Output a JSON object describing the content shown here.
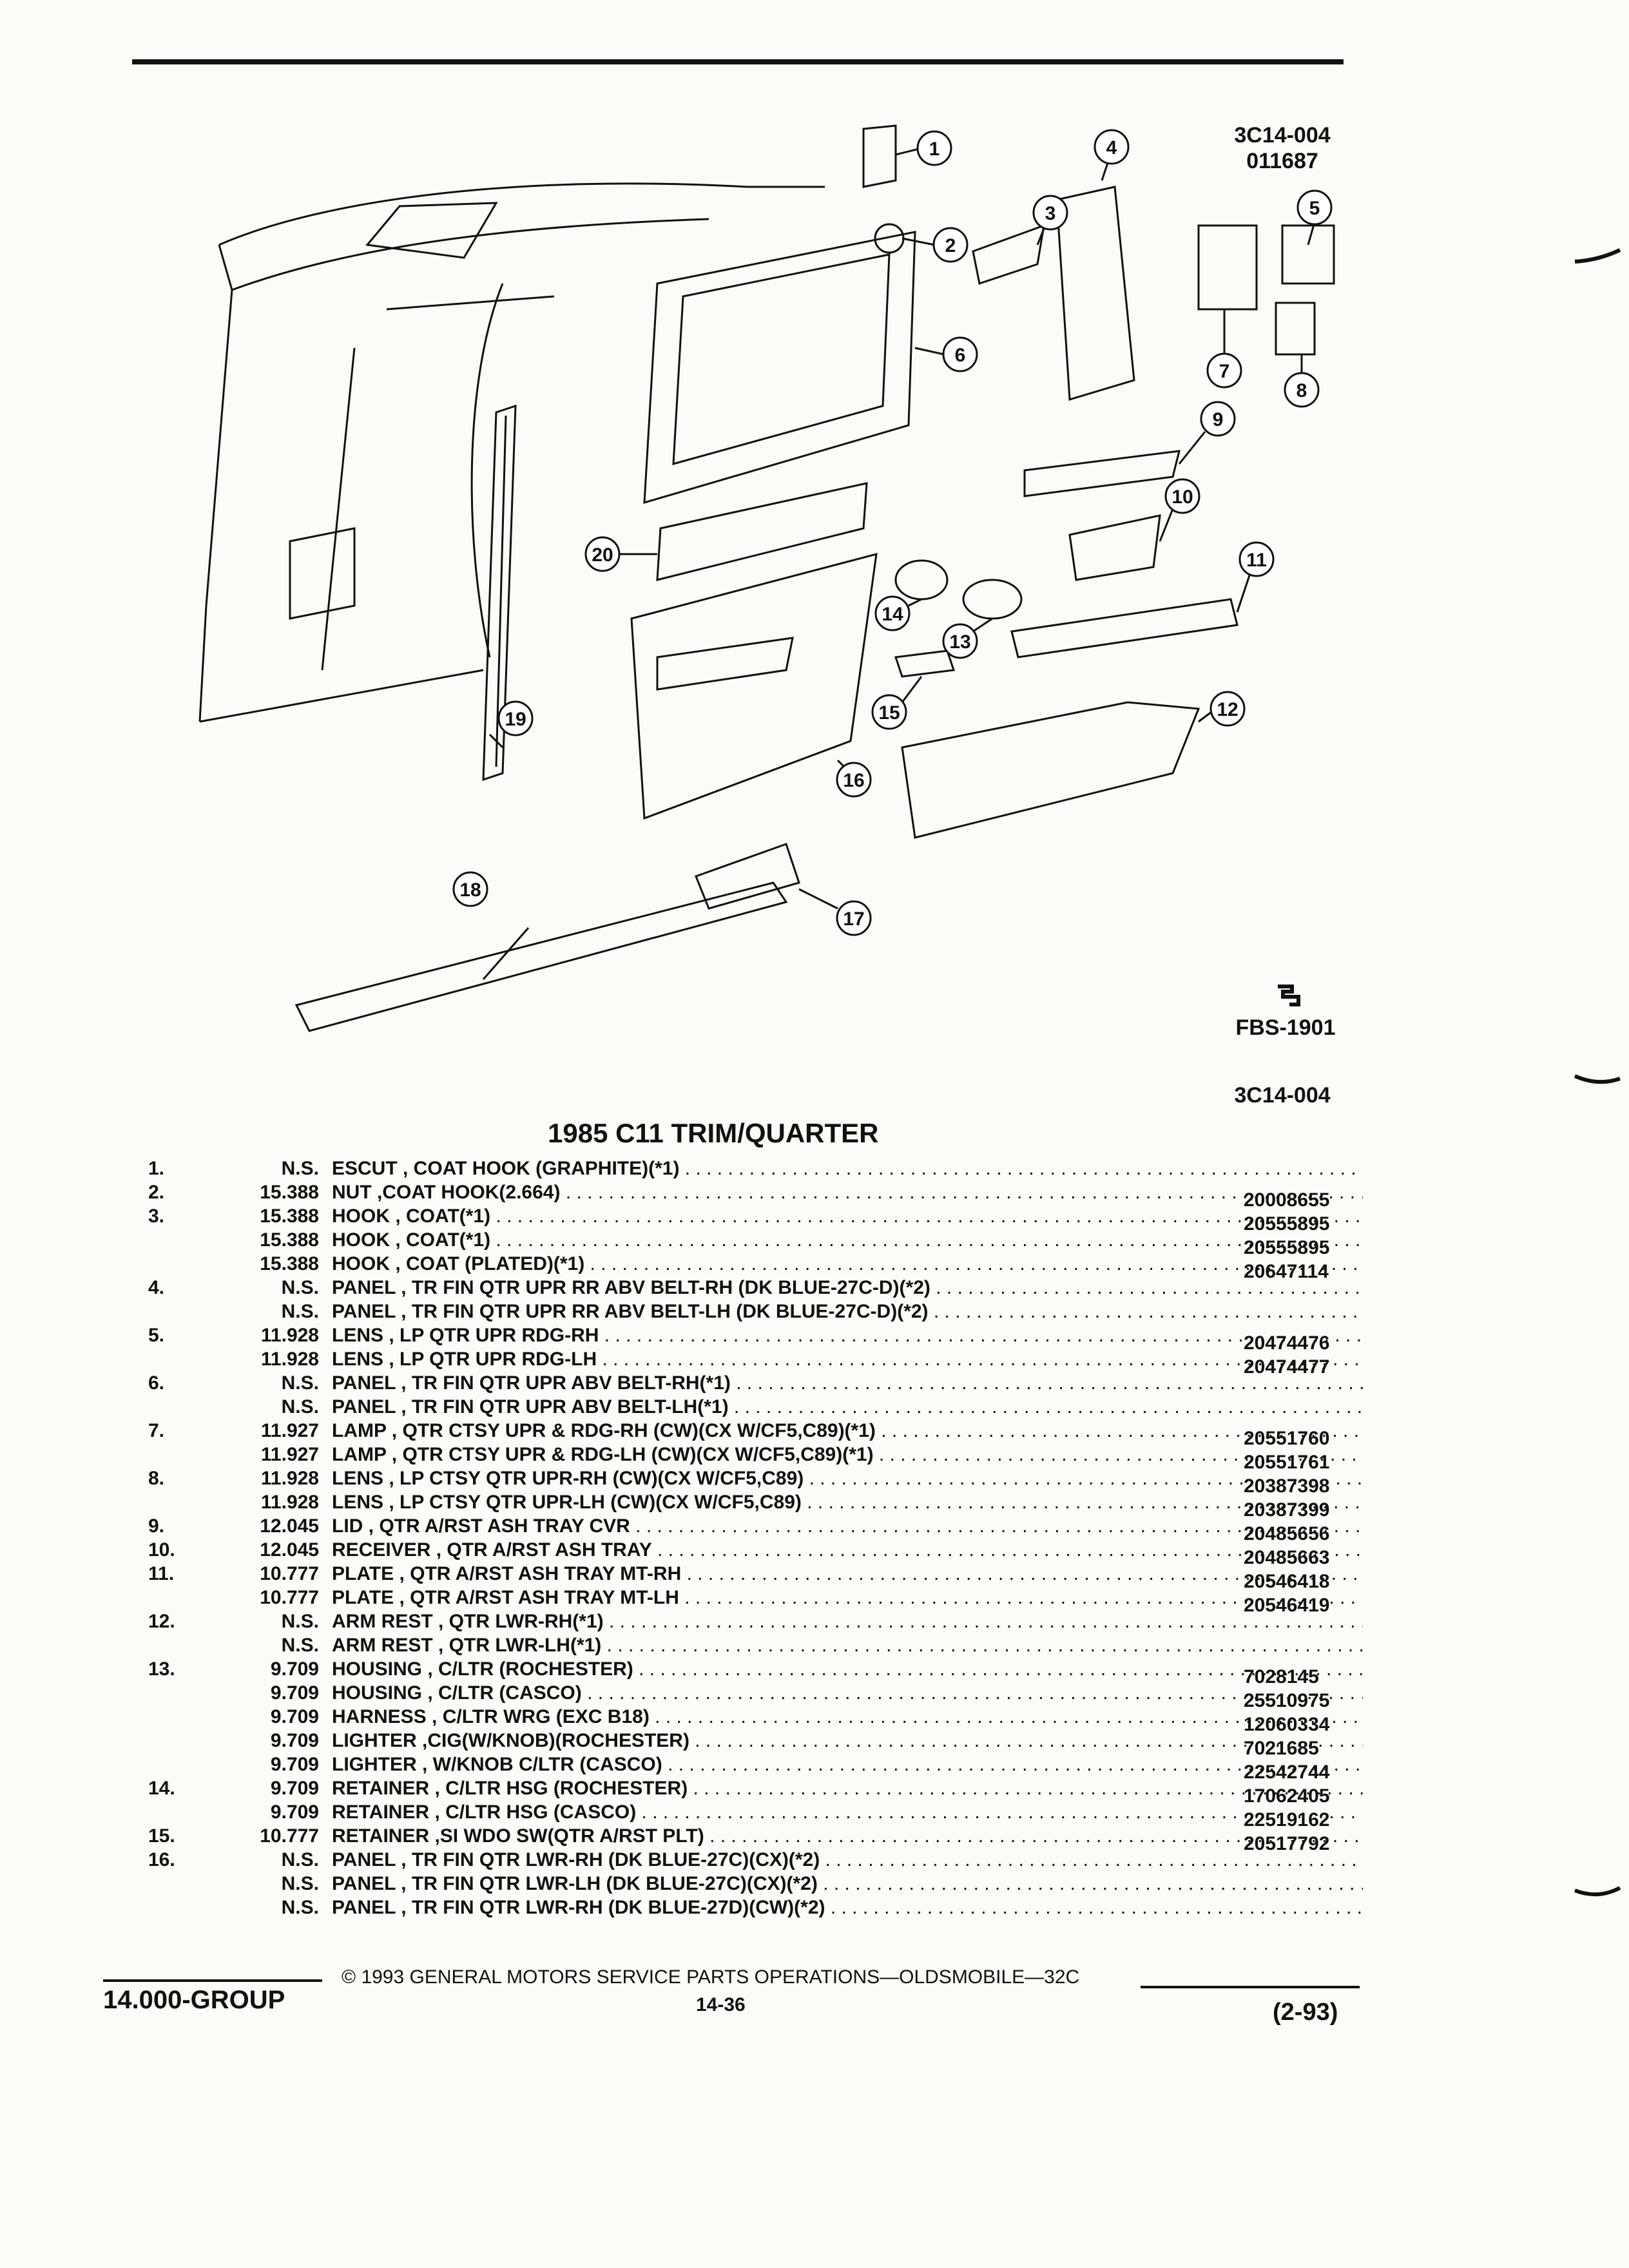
{
  "header": {
    "code_top": "3C14-004",
    "code_sub": "011687",
    "logo_code": "FBS-1901",
    "code_below_logo": "3C14-004"
  },
  "title": "1985 C11 TRIM/QUARTER",
  "callouts": [
    "1",
    "2",
    "3",
    "4",
    "5",
    "6",
    "7",
    "8",
    "9",
    "10",
    "11",
    "12",
    "13",
    "14",
    "15",
    "16",
    "17",
    "18",
    "19",
    "20"
  ],
  "parts": [
    {
      "num": "1.",
      "grp": "N.S.",
      "desc": "ESCUT , COAT HOOK (GRAPHITE)(*1)",
      "pn": ""
    },
    {
      "num": "2.",
      "grp": "15.388",
      "desc": "NUT ,COAT HOOK(2.664)",
      "pn": "20008655"
    },
    {
      "num": "3.",
      "grp": "15.388",
      "desc": "HOOK , COAT(*1)",
      "pn": "20555895"
    },
    {
      "num": "",
      "grp": "15.388",
      "desc": "HOOK , COAT(*1)",
      "pn": "20555895"
    },
    {
      "num": "",
      "grp": "15.388",
      "desc": "HOOK , COAT (PLATED)(*1)",
      "pn": "20647114"
    },
    {
      "num": "4.",
      "grp": "N.S.",
      "desc": "PANEL , TR FIN QTR UPR RR ABV BELT-RH (DK BLUE-27C-D)(*2)",
      "pn": ""
    },
    {
      "num": "",
      "grp": "N.S.",
      "desc": "PANEL , TR FIN QTR UPR RR ABV BELT-LH (DK BLUE-27C-D)(*2)",
      "pn": ""
    },
    {
      "num": "5.",
      "grp": "11.928",
      "desc": "LENS , LP QTR UPR RDG-RH",
      "pn": "20474476"
    },
    {
      "num": "",
      "grp": "11.928",
      "desc": "LENS , LP QTR UPR RDG-LH",
      "pn": "20474477"
    },
    {
      "num": "6.",
      "grp": "N.S.",
      "desc": "PANEL , TR FIN QTR UPR ABV BELT-RH(*1)",
      "pn": ""
    },
    {
      "num": "",
      "grp": "N.S.",
      "desc": "PANEL , TR FIN QTR UPR ABV BELT-LH(*1)",
      "pn": ""
    },
    {
      "num": "7.",
      "grp": "11.927",
      "desc": "LAMP , QTR CTSY UPR & RDG-RH (CW)(CX W/CF5,C89)(*1)",
      "pn": "20551760"
    },
    {
      "num": "",
      "grp": "11.927",
      "desc": "LAMP , QTR CTSY UPR & RDG-LH (CW)(CX W/CF5,C89)(*1)",
      "pn": "20551761"
    },
    {
      "num": "8.",
      "grp": "11.928",
      "desc": "LENS , LP CTSY QTR UPR-RH (CW)(CX W/CF5,C89)",
      "pn": "20387398"
    },
    {
      "num": "",
      "grp": "11.928",
      "desc": "LENS , LP CTSY QTR UPR-LH (CW)(CX W/CF5,C89)",
      "pn": "20387399"
    },
    {
      "num": "9.",
      "grp": "12.045",
      "desc": "LID , QTR A/RST ASH TRAY CVR",
      "pn": "20485656"
    },
    {
      "num": "10.",
      "grp": "12.045",
      "desc": "RECEIVER , QTR A/RST ASH TRAY",
      "pn": "20485663"
    },
    {
      "num": "11.",
      "grp": "10.777",
      "desc": "PLATE , QTR A/RST ASH TRAY MT-RH",
      "pn": "20546418"
    },
    {
      "num": "",
      "grp": "10.777",
      "desc": "PLATE , QTR A/RST ASH TRAY MT-LH",
      "pn": "20546419"
    },
    {
      "num": "12.",
      "grp": "N.S.",
      "desc": "ARM REST , QTR LWR-RH(*1)",
      "pn": ""
    },
    {
      "num": "",
      "grp": "N.S.",
      "desc": "ARM REST , QTR LWR-LH(*1)",
      "pn": ""
    },
    {
      "num": "13.",
      "grp": "9.709",
      "desc": "HOUSING , C/LTR (ROCHESTER)",
      "pn": "7028145"
    },
    {
      "num": "",
      "grp": "9.709",
      "desc": "HOUSING , C/LTR (CASCO)",
      "pn": "25510975"
    },
    {
      "num": "",
      "grp": "9.709",
      "desc": "HARNESS , C/LTR WRG (EXC B18)",
      "pn": "12060334"
    },
    {
      "num": "",
      "grp": "9.709",
      "desc": "LIGHTER ,CIG(W/KNOB)(ROCHESTER)",
      "pn": "7021685"
    },
    {
      "num": "",
      "grp": "9.709",
      "desc": "LIGHTER , W/KNOB C/LTR (CASCO)",
      "pn": "22542744"
    },
    {
      "num": "14.",
      "grp": "9.709",
      "desc": "RETAINER , C/LTR HSG (ROCHESTER)",
      "pn": "17062405"
    },
    {
      "num": "",
      "grp": "9.709",
      "desc": "RETAINER , C/LTR HSG (CASCO)",
      "pn": "22519162"
    },
    {
      "num": "15.",
      "grp": "10.777",
      "desc": "RETAINER ,SI WDO SW(QTR A/RST PLT)",
      "pn": "20517792"
    },
    {
      "num": "16.",
      "grp": "N.S.",
      "desc": "PANEL , TR FIN QTR LWR-RH (DK BLUE-27C)(CX)(*2)",
      "pn": ""
    },
    {
      "num": "",
      "grp": "N.S.",
      "desc": "PANEL , TR FIN QTR LWR-LH (DK BLUE-27C)(CX)(*2)",
      "pn": ""
    },
    {
      "num": "",
      "grp": "N.S.",
      "desc": "PANEL , TR FIN QTR LWR-RH (DK BLUE-27D)(CW)(*2)",
      "pn": ""
    }
  ],
  "footer": {
    "group": "14.000-GROUP",
    "copyright": "© 1993 GENERAL MOTORS SERVICE PARTS OPERATIONS—OLDSMOBILE—32C",
    "page": "14-36",
    "date": "(2-93)"
  }
}
